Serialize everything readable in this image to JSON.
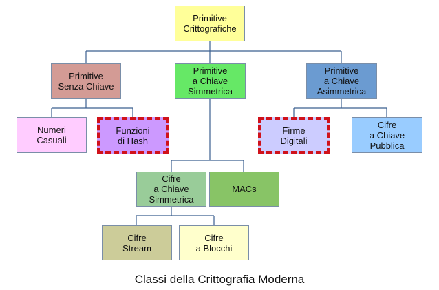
{
  "diagram": {
    "nodes": {
      "root": {
        "label": "Primitive\nCrittografiche",
        "color": "#ffff99"
      },
      "unkeyed": {
        "label": "Primitive\nSenza Chiave",
        "color": "#d39b95"
      },
      "symmetric": {
        "label": "Primitive\na Chiave\nSimmetrica",
        "color": "#66e866"
      },
      "asymmetric": {
        "label": "Primitive\na Chiave\nAsimmetrica",
        "color": "#6b9bd1"
      },
      "random": {
        "label": "Numeri\nCasuali",
        "color": "#ffccff"
      },
      "hash": {
        "label": "Funzioni\ndi Hash",
        "color": "#cc99ff"
      },
      "signatures": {
        "label": "Firme\nDigitali",
        "color": "#ccccff"
      },
      "pubkey": {
        "label": "Cifre\na Chiave\nPubblica",
        "color": "#99ccff"
      },
      "symciphers": {
        "label": "Cifre\na Chiave\nSimmetrica",
        "color": "#99cc99"
      },
      "macs": {
        "label": "MACs",
        "color": "#88c466"
      },
      "stream": {
        "label": "Cifre\nStream",
        "color": "#cccc99"
      },
      "block": {
        "label": "Cifre\na Blocchi",
        "color": "#ffffcc"
      }
    },
    "caption": "Classi della Crittografia Moderna"
  }
}
